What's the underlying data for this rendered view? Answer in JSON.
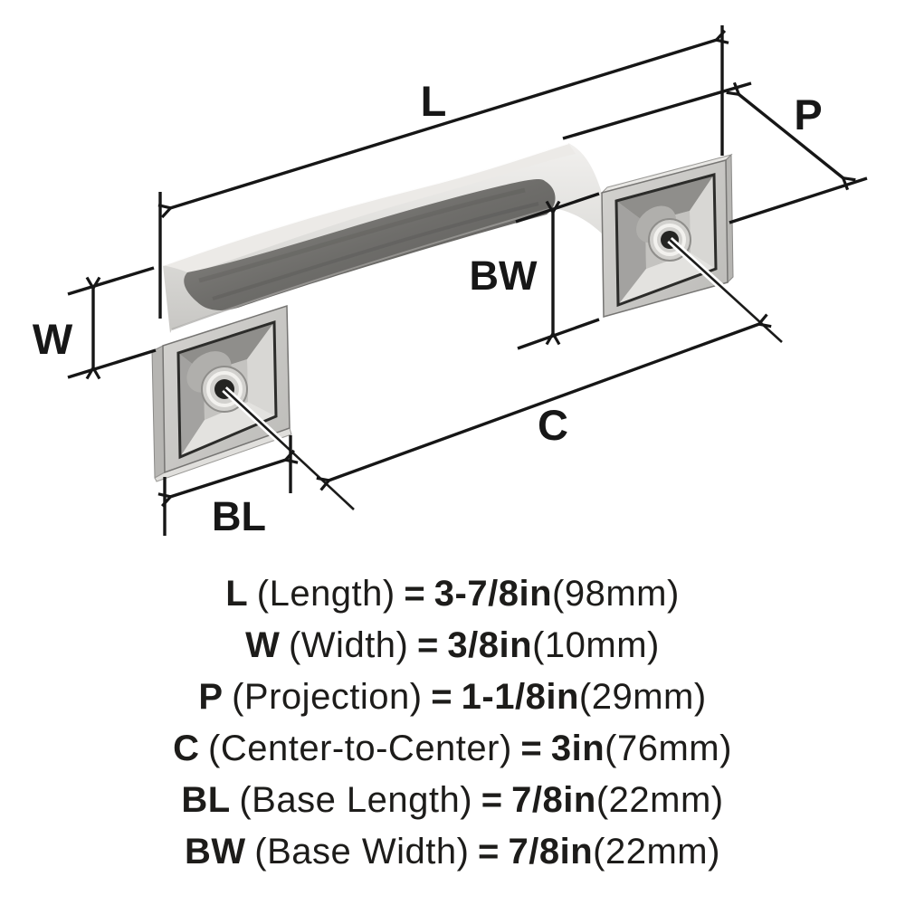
{
  "diagram": {
    "labels": {
      "l": "L",
      "w": "W",
      "p": "P",
      "bw": "BW",
      "c": "C",
      "bl": "BL"
    }
  },
  "specs": [
    {
      "code": "L",
      "name": "(Length)",
      "eq": "=",
      "value": "3-7/8in",
      "metric": "(98mm)"
    },
    {
      "code": "W",
      "name": "(Width)",
      "eq": "=",
      "value": "3/8in",
      "metric": "(10mm)"
    },
    {
      "code": "P",
      "name": "(Projection)",
      "eq": "=",
      "value": "1-1/8in",
      "metric": "(29mm)"
    },
    {
      "code": "C",
      "name": "(Center-to-Center)",
      "eq": "=",
      "value": "3in",
      "metric": "(76mm)"
    },
    {
      "code": "BL",
      "name": "(Base Length)",
      "eq": "=",
      "value": "7/8in",
      "metric": "(22mm)"
    },
    {
      "code": "BW",
      "name": "(Base Width)",
      "eq": "=",
      "value": "7/8in",
      "metric": "(22mm)"
    }
  ],
  "colors": {
    "line": "#161616",
    "text": "#1d1c1a",
    "metal_light": "#eceae7",
    "metal_mid": "#cfcecb",
    "metal_dark": "#6b6a67",
    "background": "#ffffff"
  }
}
